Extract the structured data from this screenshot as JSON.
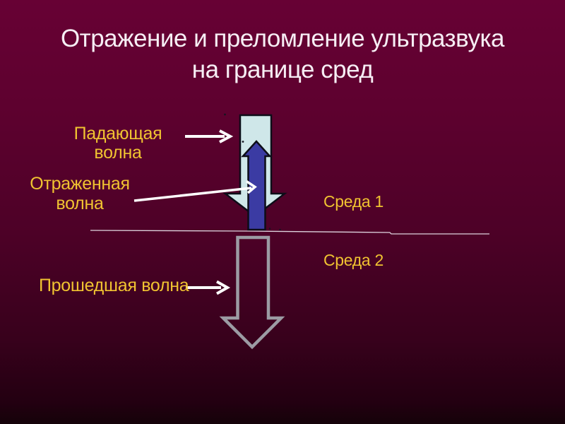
{
  "slide": {
    "title": {
      "line1": "Отражение и преломление ультразвука",
      "line2": "на границе сред"
    },
    "diagram": {
      "incident_label_line1": "Падающая",
      "incident_label_line2": "волна",
      "reflected_label_line1": "Отраженная",
      "reflected_label_line2": "волна",
      "transmitted_label": "Прошедшая волна",
      "medium1_label": "Среда 1",
      "medium2_label": "Среда 2"
    },
    "colors": {
      "background_top": "#670134",
      "background_upper": "#5e012f",
      "background_mid": "#4d0127",
      "background_lower": "#38011c",
      "background_bottom": "#230011",
      "background_edge": "#150309",
      "title_text": "#f6eef4",
      "label_text": "#f0c331",
      "incident_arrow_fill": "#cfe7e9",
      "reflected_arrow_fill": "#3b3ba3",
      "arrow_outline": "#0d0d18",
      "transmitted_arrow_stroke": "#9c9ca4",
      "pointer_arrow": "#ffffff",
      "boundary_line": "#ddd3dd"
    }
  }
}
